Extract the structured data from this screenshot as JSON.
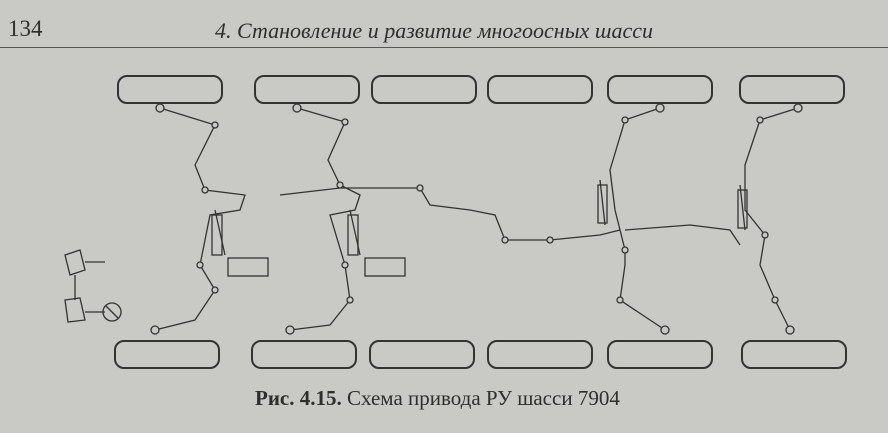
{
  "header": {
    "page_number": "134",
    "chapter_title": "4. Становление и развитие многоосных шасси"
  },
  "figure": {
    "label": "Рис.  4.15.",
    "caption": "Схема привода РУ шасси 7904",
    "wheel_count_per_side": 6
  }
}
